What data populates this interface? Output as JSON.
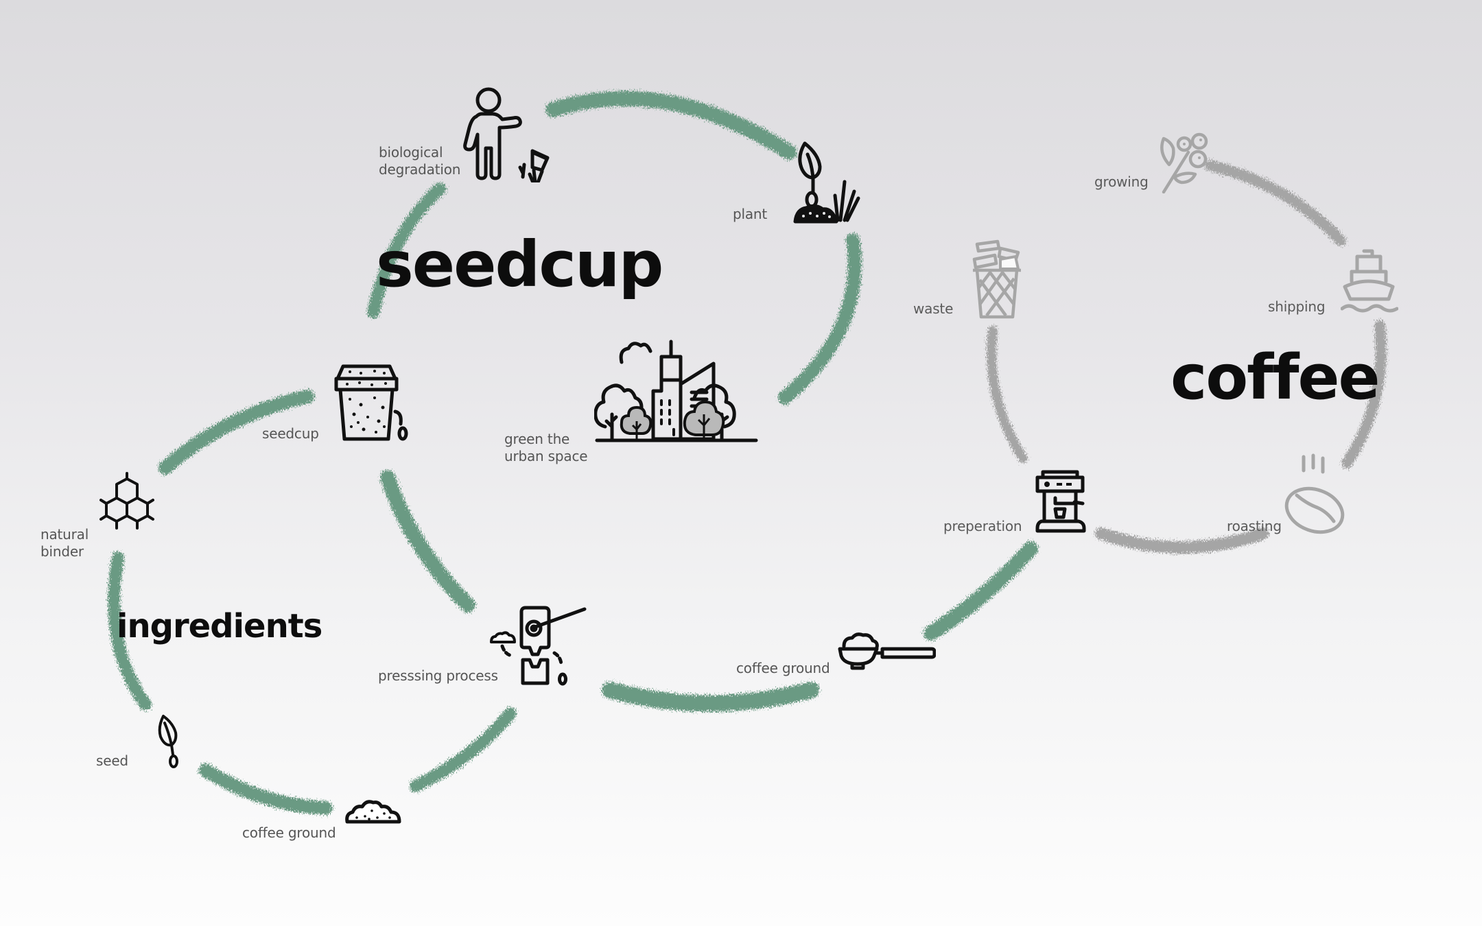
{
  "colors": {
    "eco_stroke": "#6b9a83",
    "coffee_stroke": "#a5a5a5",
    "icon_dark": "#111111",
    "icon_gray": "#a6a6a6",
    "label_text": "#555555",
    "title_text": "#0d0d0d"
  },
  "titles": {
    "seedcup": "seedcup",
    "coffee": "coffee",
    "ingredients": "ingredients"
  },
  "seedcup_cycle": {
    "steps": [
      {
        "label": "biological\ndegradation",
        "icon": "person-disposing-cup-icon"
      },
      {
        "label": "plant",
        "icon": "sprouting-plant-icon"
      },
      {
        "label": "green the\nurban space",
        "icon": "city-with-trees-icon"
      },
      {
        "label": "seedcup",
        "icon": "seed-cup-icon"
      }
    ]
  },
  "ingredients_cycle": {
    "steps": [
      {
        "label": "natural\nbinder",
        "icon": "molecule-hexagon-icon"
      },
      {
        "label": "seed",
        "icon": "seed-leaf-icon"
      },
      {
        "label": "coffee ground",
        "icon": "coffee-ground-pile-icon"
      },
      {
        "label": "pressing process",
        "label_as_shown": "presssing process",
        "icon": "press-machine-icon"
      }
    ]
  },
  "coffee_cycle": {
    "steps": [
      {
        "label": "growing",
        "icon": "coffee-plant-icon"
      },
      {
        "label": "shipping",
        "icon": "ship-icon"
      },
      {
        "label": "roasting",
        "icon": "roasted-bean-icon"
      },
      {
        "label": "preperation",
        "icon": "espresso-machine-icon"
      },
      {
        "label": "coffee ground",
        "icon": "portafilter-icon"
      },
      {
        "label": "waste",
        "icon": "trash-bin-icon"
      }
    ]
  },
  "labels": {
    "biological_degradation": "biological\ndegradation",
    "plant": "plant",
    "seedcup": "seedcup",
    "green_urban": "green the\nurban space",
    "natural_binder": "natural\nbinder",
    "pressing_process": "presssing process",
    "seed": "seed",
    "coffee_ground_bottom": "coffee ground",
    "coffee_ground_mid": "coffee ground",
    "preperation": "preperation",
    "roasting": "roasting",
    "waste": "waste",
    "growing": "growing",
    "shipping": "shipping"
  }
}
